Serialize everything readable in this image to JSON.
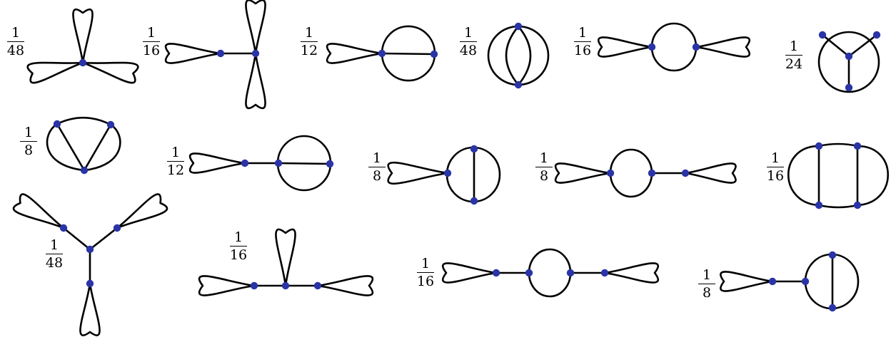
{
  "colors": {
    "edge": "#000000",
    "vertex": "#2a34a6",
    "background": "#ffffff"
  },
  "graphs": [
    {
      "id": "g1",
      "coefficient": {
        "numerator": "1",
        "denominator": "48"
      }
    },
    {
      "id": "g2",
      "coefficient": {
        "numerator": "1",
        "denominator": "16"
      }
    },
    {
      "id": "g3",
      "coefficient": {
        "numerator": "1",
        "denominator": "12"
      }
    },
    {
      "id": "g4",
      "coefficient": {
        "numerator": "1",
        "denominator": "48"
      }
    },
    {
      "id": "g5",
      "coefficient": {
        "numerator": "1",
        "denominator": "16"
      }
    },
    {
      "id": "g6",
      "coefficient": {
        "numerator": "1",
        "denominator": "24"
      }
    },
    {
      "id": "g7",
      "coefficient": {
        "numerator": "1",
        "denominator": "8"
      }
    },
    {
      "id": "g8",
      "coefficient": {
        "numerator": "1",
        "denominator": "12"
      }
    },
    {
      "id": "g9",
      "coefficient": {
        "numerator": "1",
        "denominator": "8"
      }
    },
    {
      "id": "g10",
      "coefficient": {
        "numerator": "1",
        "denominator": "8"
      }
    },
    {
      "id": "g11",
      "coefficient": {
        "numerator": "1",
        "denominator": "16"
      }
    },
    {
      "id": "g12",
      "coefficient": {
        "numerator": "1",
        "denominator": "48"
      }
    },
    {
      "id": "g13",
      "coefficient": {
        "numerator": "1",
        "denominator": "16"
      }
    },
    {
      "id": "g14",
      "coefficient": {
        "numerator": "1",
        "denominator": "16"
      }
    },
    {
      "id": "g15",
      "coefficient": {
        "numerator": "1",
        "denominator": "8"
      }
    }
  ]
}
